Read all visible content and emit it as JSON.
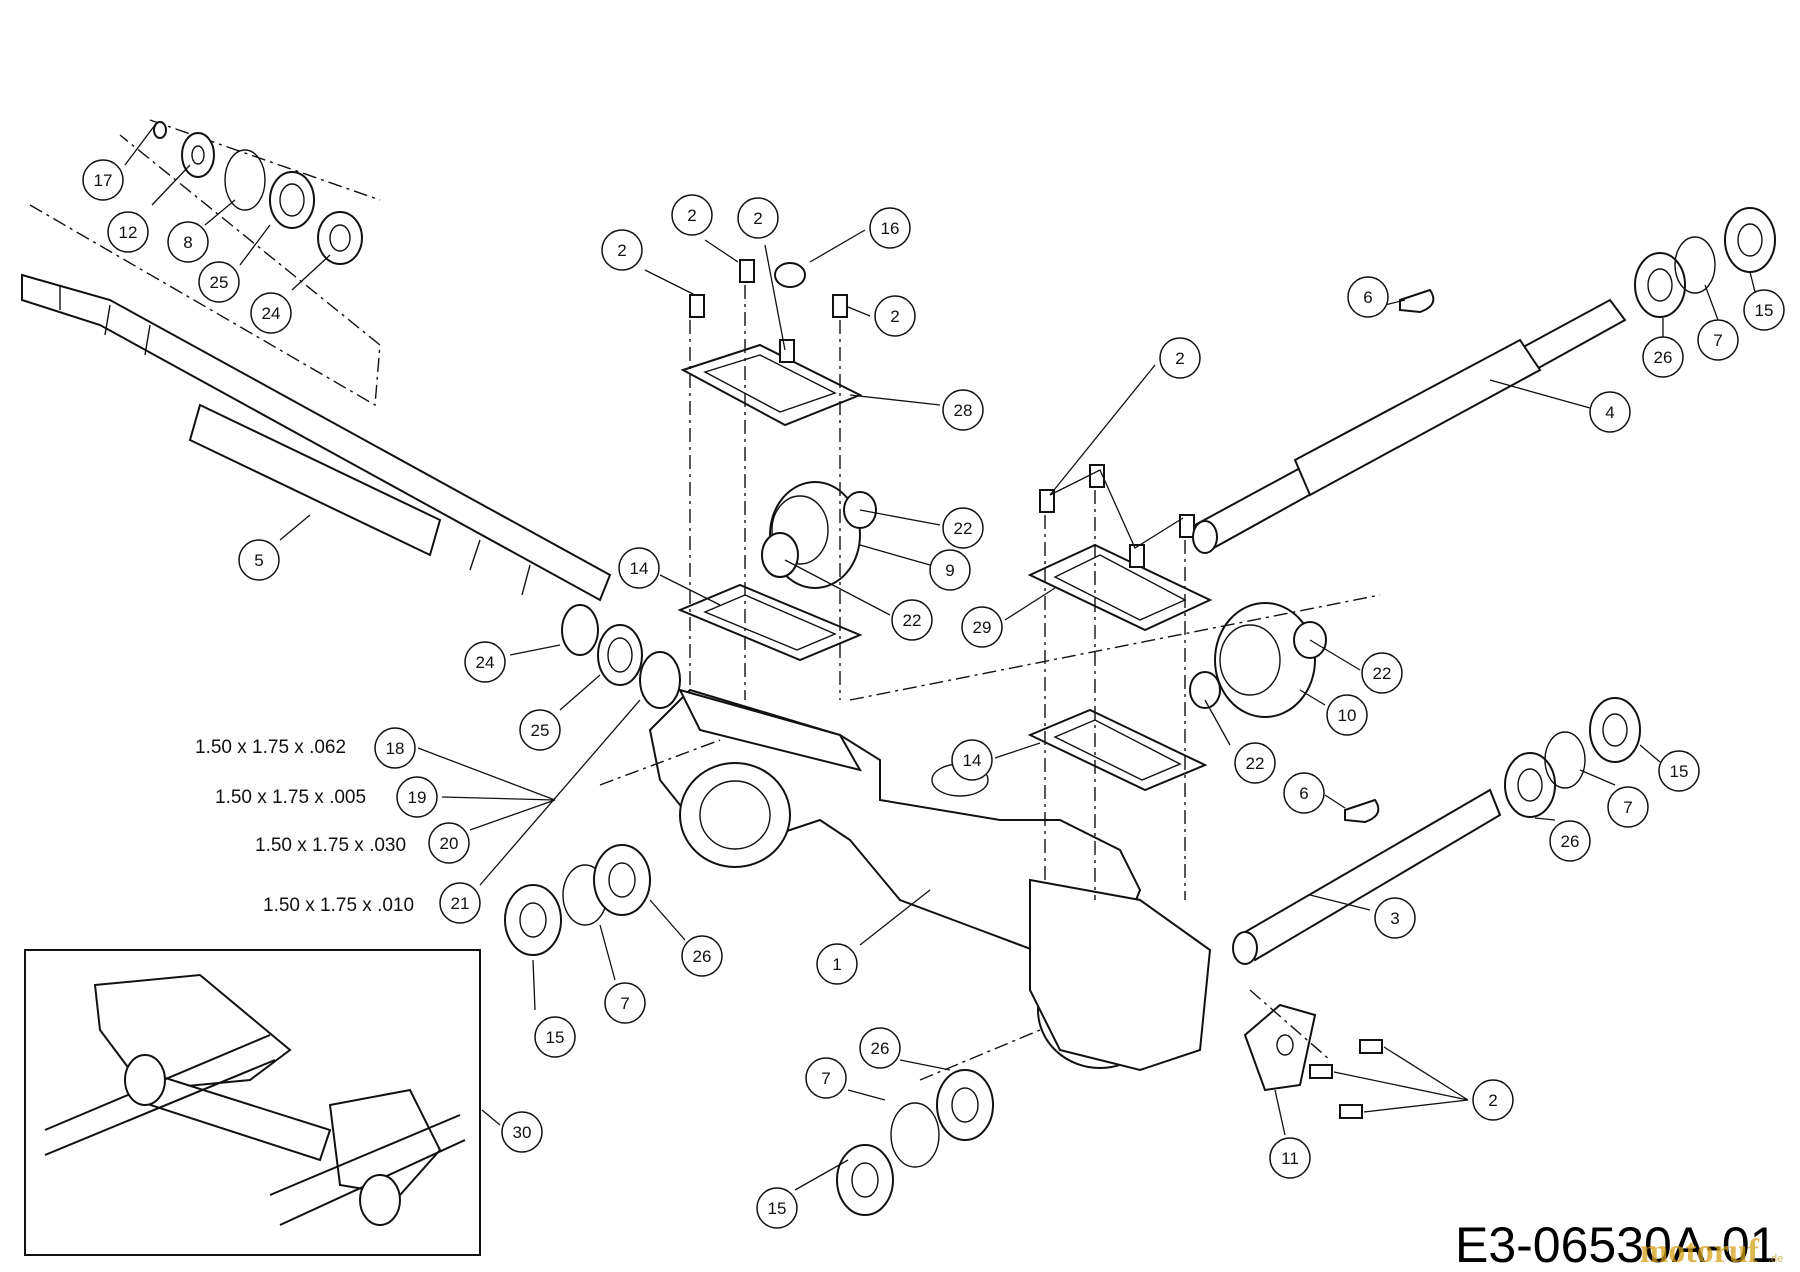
{
  "diagram": {
    "drawing_code": "E3-06530A-01",
    "watermark": {
      "text": "motoruf",
      "suffix": ".de"
    },
    "spacer_specs": [
      {
        "text": "1.50 x 1.75 x .062",
        "part": "18"
      },
      {
        "text": "1.50 x 1.75 x .005",
        "part": "19"
      },
      {
        "text": "1.50 x 1.75 x .030",
        "part": "20"
      },
      {
        "text": "1.50 x 1.75 x .010",
        "part": "21"
      }
    ],
    "callouts": [
      {
        "label": "17"
      },
      {
        "label": "12"
      },
      {
        "label": "8"
      },
      {
        "label": "25"
      },
      {
        "label": "24"
      },
      {
        "label": "5"
      },
      {
        "label": "24"
      },
      {
        "label": "25"
      },
      {
        "label": "18"
      },
      {
        "label": "19"
      },
      {
        "label": "20"
      },
      {
        "label": "21"
      },
      {
        "label": "15"
      },
      {
        "label": "7"
      },
      {
        "label": "26"
      },
      {
        "label": "2"
      },
      {
        "label": "2"
      },
      {
        "label": "2"
      },
      {
        "label": "16"
      },
      {
        "label": "2"
      },
      {
        "label": "28"
      },
      {
        "label": "22"
      },
      {
        "label": "9"
      },
      {
        "label": "22"
      },
      {
        "label": "14"
      },
      {
        "label": "1"
      },
      {
        "label": "2"
      },
      {
        "label": "29"
      },
      {
        "label": "22"
      },
      {
        "label": "10"
      },
      {
        "label": "22"
      },
      {
        "label": "14"
      },
      {
        "label": "6"
      },
      {
        "label": "4"
      },
      {
        "label": "26"
      },
      {
        "label": "7"
      },
      {
        "label": "15"
      },
      {
        "label": "6"
      },
      {
        "label": "15"
      },
      {
        "label": "7"
      },
      {
        "label": "26"
      },
      {
        "label": "3"
      },
      {
        "label": "26"
      },
      {
        "label": "7"
      },
      {
        "label": "15"
      },
      {
        "label": "11"
      },
      {
        "label": "2"
      },
      {
        "label": "30"
      }
    ]
  }
}
